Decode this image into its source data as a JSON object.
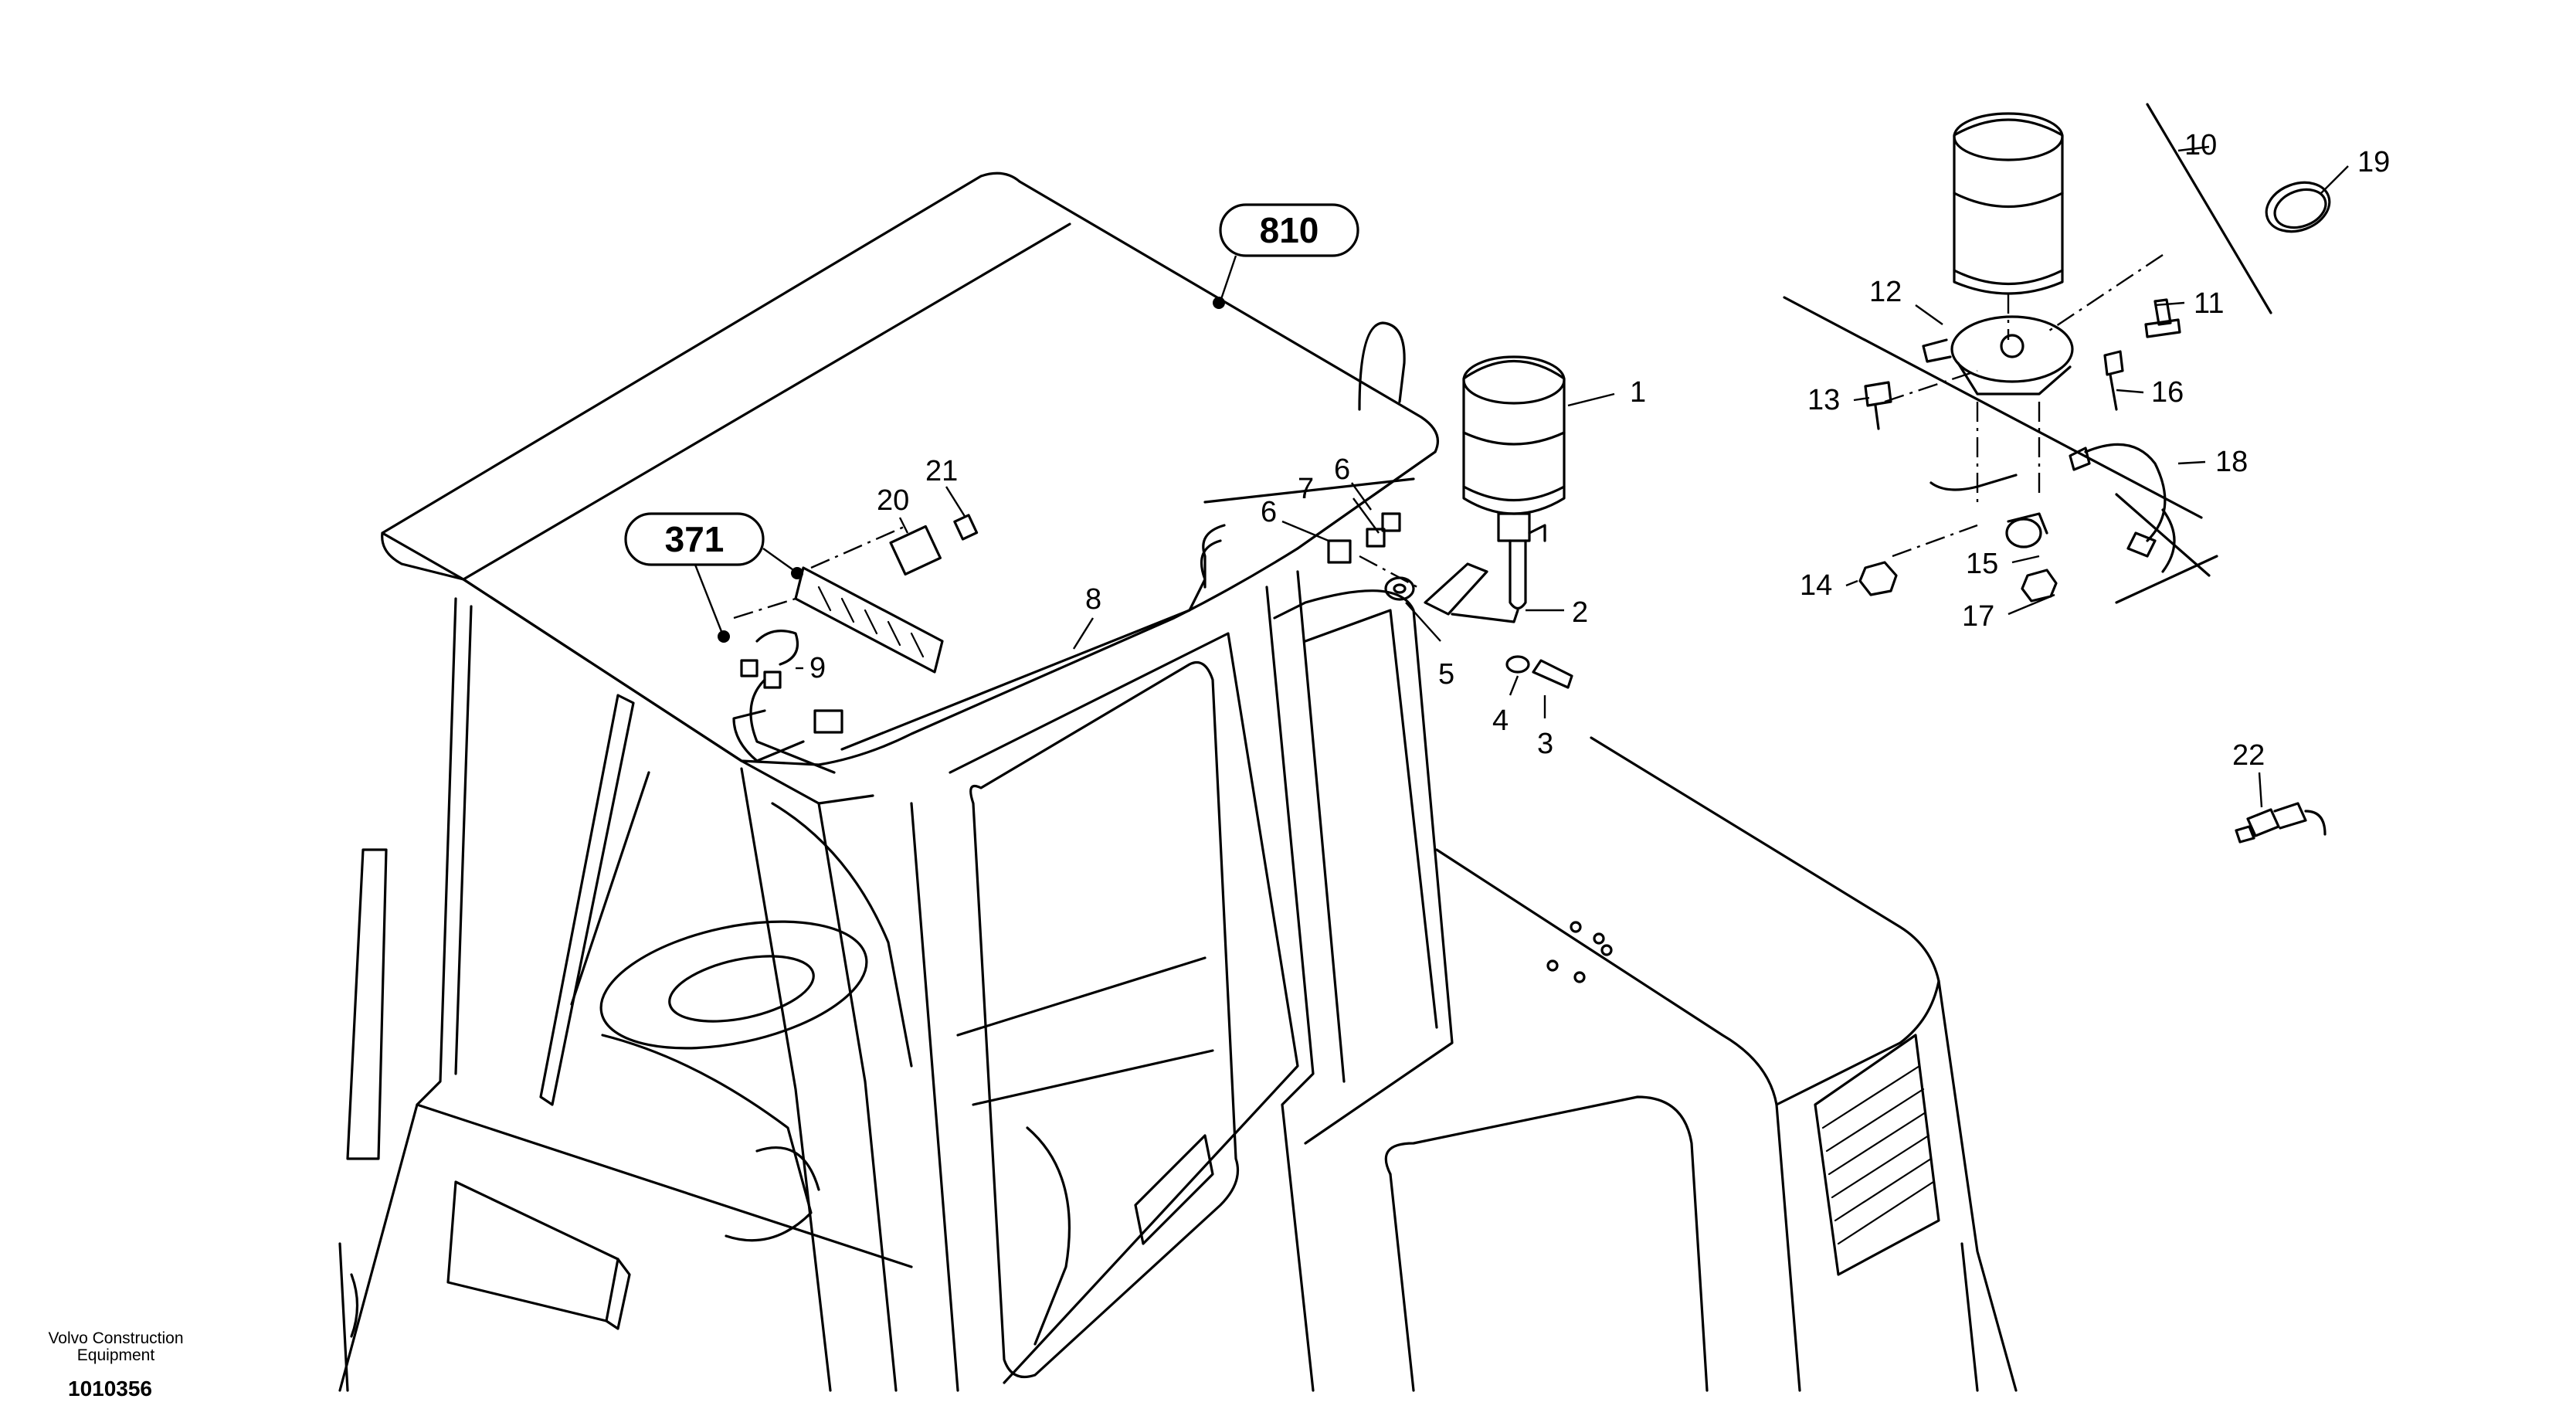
{
  "footer": {
    "company": "Volvo Construction Equipment",
    "document_number": "1010356"
  },
  "reference_callouts": [
    "810",
    "371"
  ],
  "part_numbers": [
    "1",
    "2",
    "3",
    "4",
    "5",
    "6",
    "6",
    "7",
    "8",
    "9",
    "10",
    "11",
    "12",
    "13",
    "14",
    "15",
    "16",
    "17",
    "18",
    "19",
    "20",
    "21",
    "22"
  ]
}
